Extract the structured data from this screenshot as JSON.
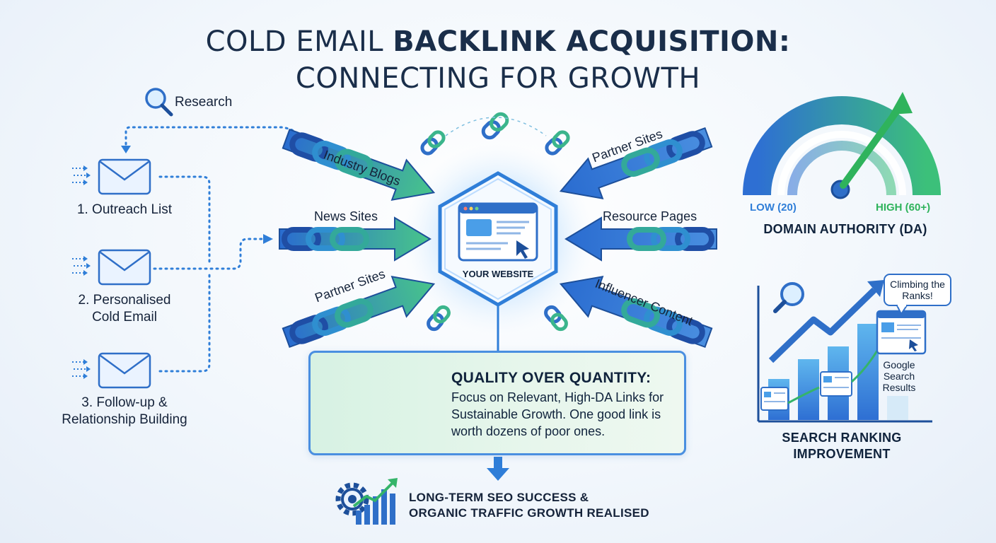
{
  "title": {
    "line1_regular": "COLD EMAIL ",
    "line1_bold": "BACKLINK ACQUISITION:",
    "line2": "CONNECTING FOR GROWTH"
  },
  "outreach": {
    "research_label": "Research",
    "steps": [
      {
        "line1": "1. Outreach List",
        "line2": ""
      },
      {
        "line1": "2. Personalised",
        "line2": "Cold Email"
      },
      {
        "line1": "3. Follow-up &",
        "line2": "Relationship Building"
      }
    ]
  },
  "hub": {
    "label": "YOUR WEBSITE"
  },
  "link_sources": {
    "left": [
      "Industry Blogs",
      "News Sites",
      "Partner Sites"
    ],
    "right": [
      "Partner Sites",
      "Resource Pages",
      "Influencer Content"
    ]
  },
  "quality": {
    "title": "QUALITY OVER QUANTITY:",
    "body": "Focus on Relevant, High-DA Links for Sustainable Growth. One good link is worth dozens of poor ones."
  },
  "footer": {
    "line1": "LONG-TERM SEO SUCCESS &",
    "line2": "ORGANIC TRAFFIC GROWTH REALISED"
  },
  "domain_authority": {
    "low_label": "LOW (20)",
    "high_label": "HIGH (60+)",
    "title": "DOMAIN AUTHORITY (DA)",
    "low_color": "#2f7ed8",
    "high_color": "#2fb35c"
  },
  "search_ranking": {
    "bubble": "Climbing the Ranks!",
    "result_label": "Google Search Results",
    "title_line1": "SEARCH RANKING",
    "title_line2": "IMPROVEMENT"
  },
  "colors": {
    "accent_blue": "#2f7ed8",
    "accent_green": "#35b46a",
    "dark_text": "#10233c"
  }
}
